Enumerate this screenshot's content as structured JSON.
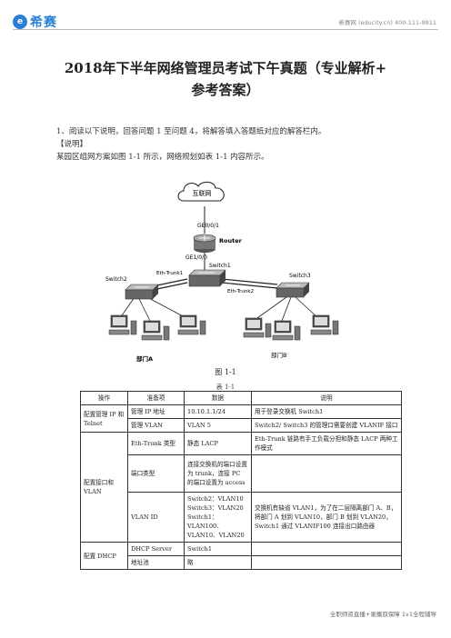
{
  "header": {
    "logo_text": "希赛",
    "logo_mark": "e",
    "contact": "希赛网 (educity.cn) 400-111-9811"
  },
  "document": {
    "title_line1": "2018年下半年网络管理员考试下午真题（专业解析+",
    "title_line2": "参考答案）",
    "para1": "1、阅读以下说明，回答问题 1 至问题 4，将解答填入答题纸对应的解答栏内。",
    "para2": "【说明】",
    "para3": "某园区组网方案如图 1-1 所示，网络规划如表 1-1 内容所示。"
  },
  "figure": {
    "cloud_label": "互联网",
    "label_ge0": "GE0/0/1",
    "router_label": "Router",
    "label_ge1": "GE1/0/0",
    "switch1_label": "Switch1",
    "switch2_label": "Switch2",
    "switch3_label": "Switch3",
    "trunk1_label": "Eth-Trunk1",
    "trunk2_label": "Eth-Trunk2",
    "dept_a": "部门A",
    "dept_b": "部门B",
    "caption": "图 1-1"
  },
  "table": {
    "caption": "表 1-1",
    "headers": [
      "操作",
      "准备项",
      "数据",
      "说明"
    ],
    "group1": "配置管理 IP 和 Telnet",
    "group2": "配置接口和 VLAN",
    "group3": "配置 DHCP",
    "rows": [
      {
        "item": "管理 IP 地址",
        "data": "10.10.1.1/24",
        "desc": "用于登录交换机 Switch1"
      },
      {
        "item": "管理 VLAN",
        "data": "VLAN 5",
        "desc": "Switch2/ Switch3 的管理口需要创建 VLANIF 接口"
      },
      {
        "item": "Eth-Trunk 类型",
        "data": "静态 LACP",
        "desc": "Eth-Trunk 链路有手工负载分担和静态 LACP 两种工作模式"
      },
      {
        "item": "端口类型",
        "data": "连接交换机的端口设置为 trunk，连接 PC 的端口设置为 access",
        "desc": ""
      },
      {
        "item": "VLAN ID",
        "data": "Switch2：VLAN10 Switch3：VLAN20 Switch1：VLAN100、VLAN10、VLAN20",
        "desc": "交换机有缺省 VLAN1，为了在二层隔离部门 A、B，将部门 A 划到 VLAN10，部门 B 划到 VLAN20，Switch1 通过 VLANIF100 连接出口路由器"
      },
      {
        "item": "DHCP Server",
        "data": "Switch1",
        "desc": ""
      },
      {
        "item": "地址池",
        "data": "略",
        "desc": ""
      }
    ]
  },
  "footer": {
    "text": "全职师资直播+录播双保障    1v1全程辅导"
  }
}
